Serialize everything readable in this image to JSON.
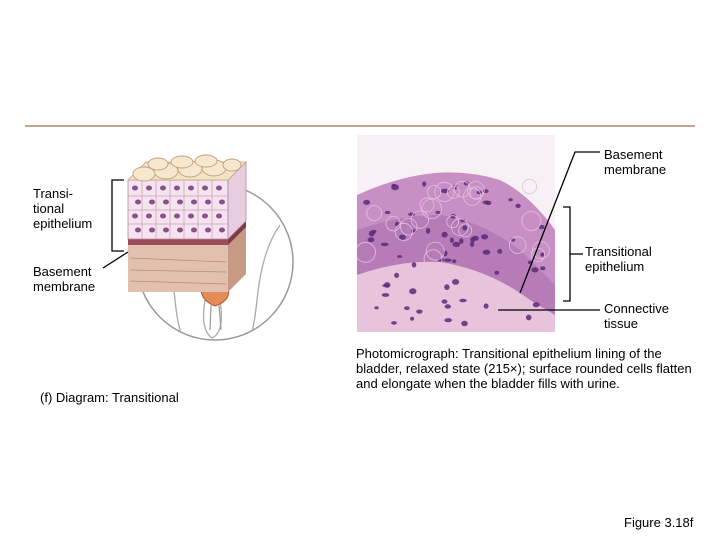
{
  "labels": {
    "transitional_epithelium_left": "Transi-\ntional\nepithelium",
    "basement_membrane_left": "Basement\nmembrane",
    "basement_membrane_right": "Basement\nmembrane",
    "transitional_epithelium_right": "Transitional\nepithelium",
    "connective_tissue": "Connective\ntissue"
  },
  "captions": {
    "diagram": "(f) Diagram: Transitional",
    "photo": "Photomicrograph: Transitional epithelium lining of the bladder, relaxed state (215×); surface rounded cells flatten and elongate when the bladder fills with urine.",
    "figure_number": "Figure 3.18f"
  }
}
